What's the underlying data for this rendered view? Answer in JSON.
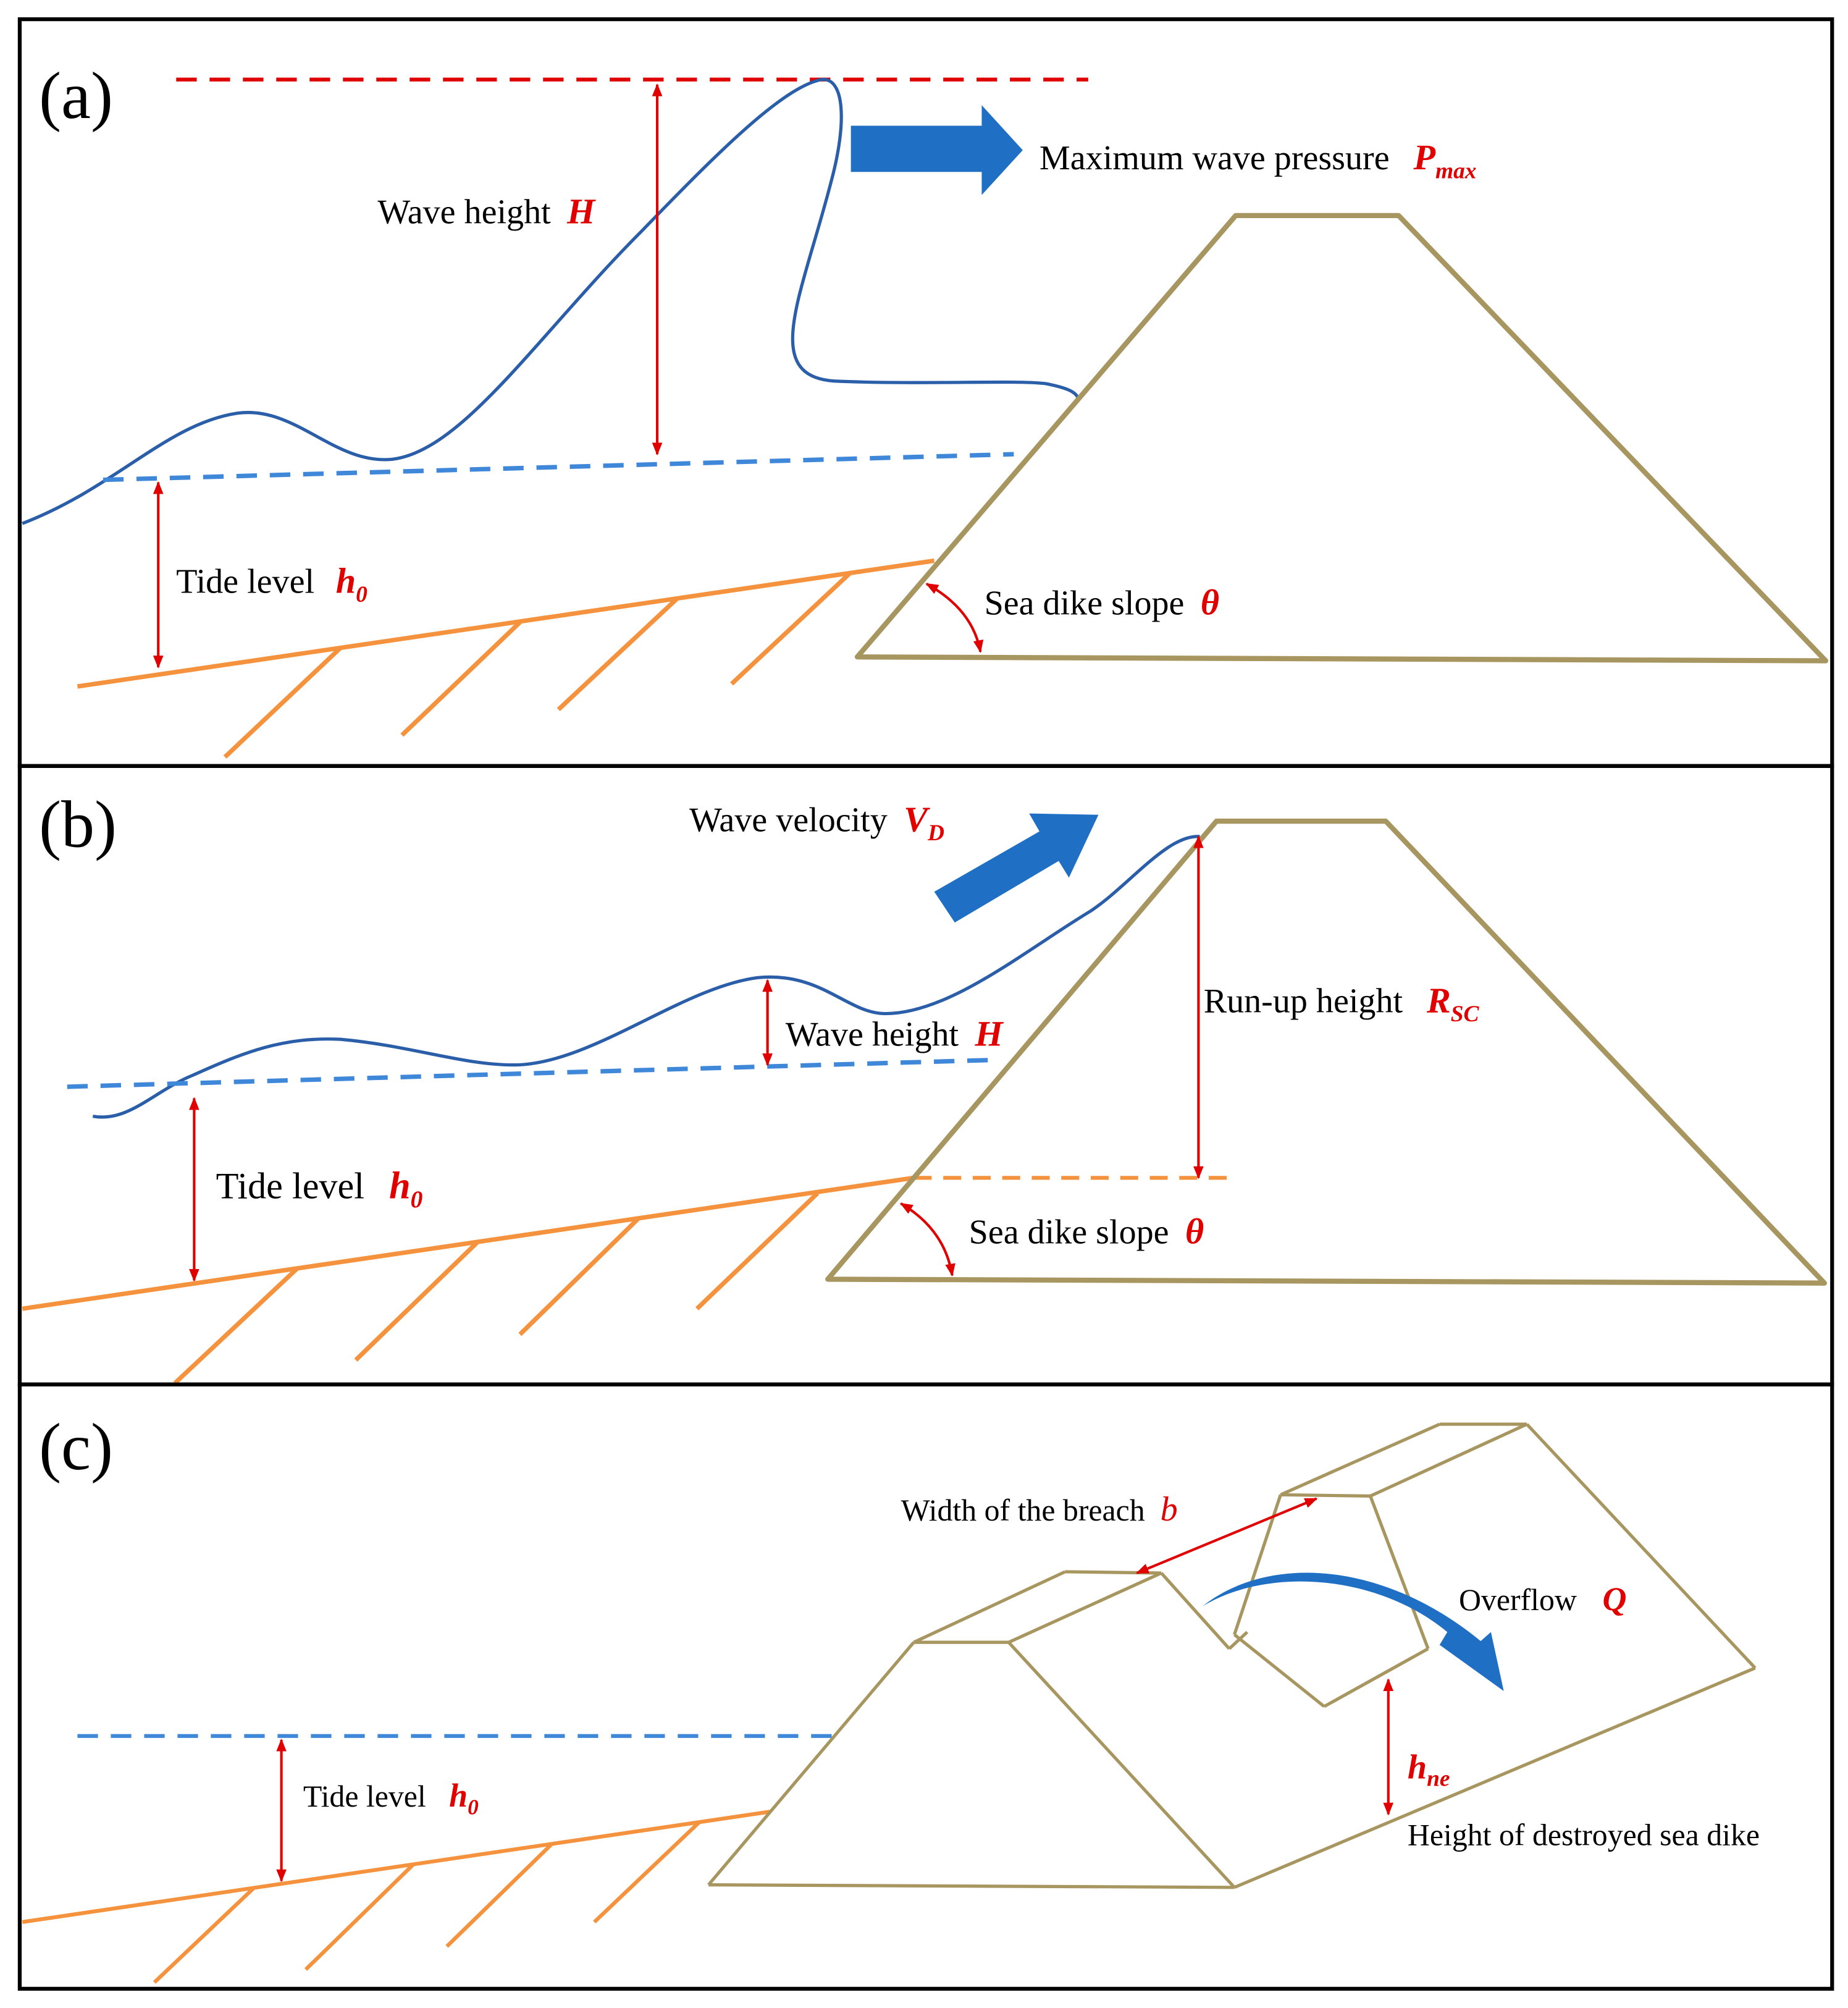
{
  "panels": {
    "a": {
      "letter": "(a)",
      "max_pressure": {
        "label": "Maximum wave pressure",
        "sym": "P",
        "sub": "max"
      },
      "wave_height": {
        "label": "Wave height",
        "sym": "H"
      },
      "tide_level": {
        "label": "Tide level",
        "sym": "h",
        "sub": "0"
      },
      "slope": {
        "label": "Sea dike slope",
        "sym": "θ"
      }
    },
    "b": {
      "letter": "(b)",
      "velocity": {
        "label": "Wave velocity",
        "sym": "V",
        "sub": "D"
      },
      "wave_height": {
        "label": "Wave height",
        "sym": "H"
      },
      "runup": {
        "label": "Run-up height",
        "sym": "R",
        "sub": "SC"
      },
      "tide_level": {
        "label": "Tide level",
        "sym": "h",
        "sub": "0"
      },
      "slope": {
        "label": "Sea dike slope",
        "sym": "θ"
      }
    },
    "c": {
      "letter": "(c)",
      "breach": {
        "label": "Width of the breach",
        "sym": "b"
      },
      "overflow": {
        "label": "Overflow",
        "sym": "Q"
      },
      "hne": {
        "sym": "h",
        "sub": "ne"
      },
      "destroyed": {
        "label": "Height of destroyed sea dike"
      },
      "tide_level": {
        "label": "Tide level",
        "sym": "h",
        "sub": "0"
      }
    }
  },
  "colors": {
    "wave": "#2a5ea8",
    "water_dashed": "#3f87d9",
    "ground": "#f5923e",
    "dike": "#a89660",
    "arrow_blue": "#1f6fc5",
    "annotation_red": "#e00000"
  }
}
